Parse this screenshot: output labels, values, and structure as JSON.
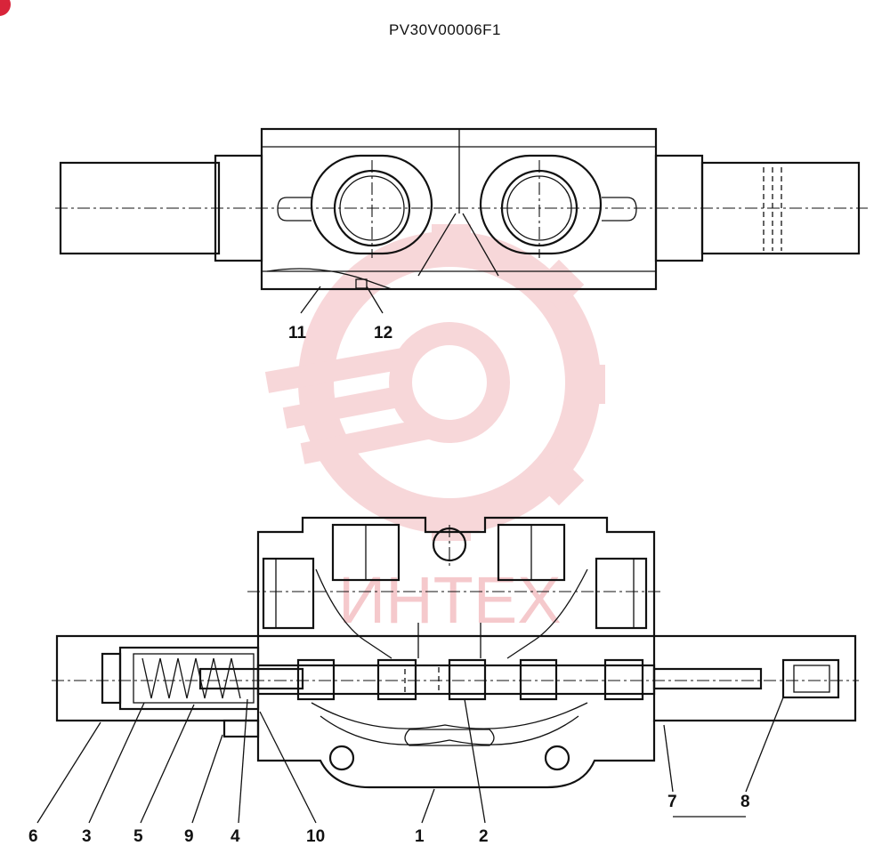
{
  "drawing": {
    "code": "PV30V00006F1",
    "watermark_text": "ИНТЕХ",
    "top_view_callouts": [
      "11",
      "12"
    ],
    "section_view_callouts": [
      "6",
      "3",
      "5",
      "9",
      "4",
      "10",
      "1",
      "2",
      "7",
      "8"
    ]
  },
  "colors": {
    "line": "#111111",
    "watermark": "#f2b7bb",
    "badge": "#d8243a"
  }
}
